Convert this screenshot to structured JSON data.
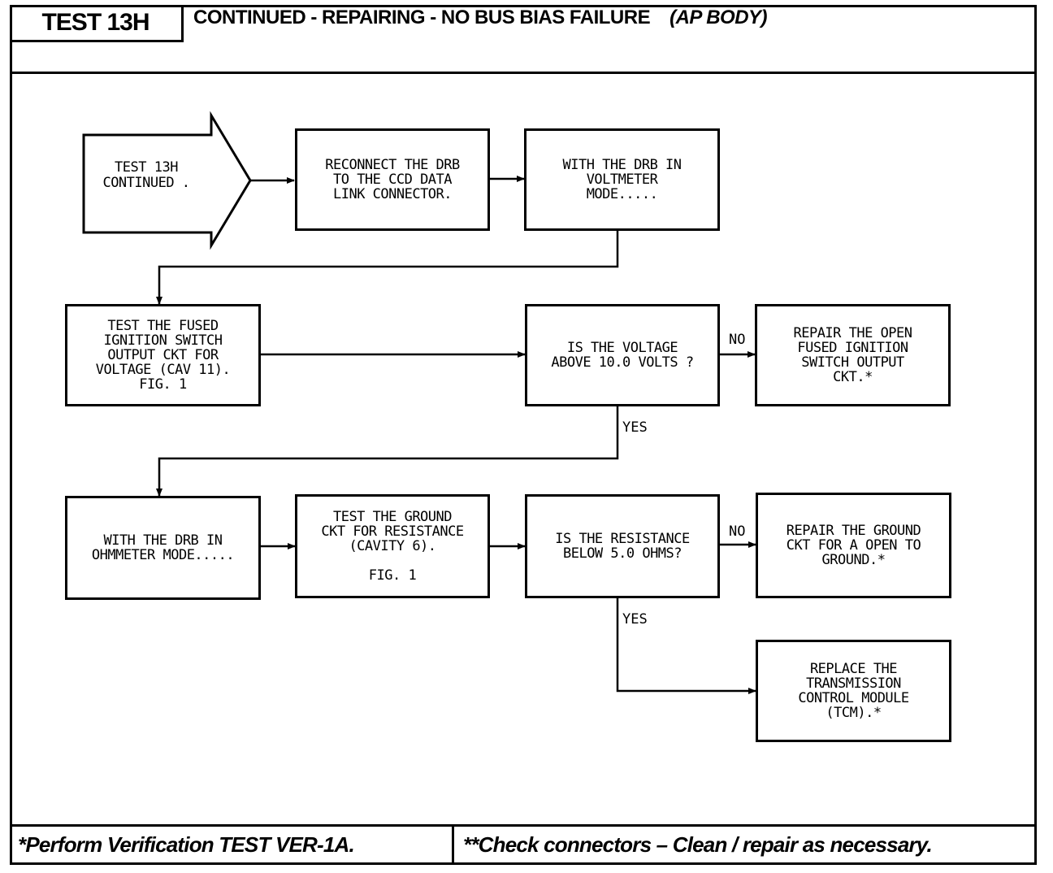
{
  "header": {
    "test_id": "TEST 13H",
    "title": "CONTINUED - REPAIRING - NO BUS BIAS FAILURE",
    "subtitle": "(AP BODY)"
  },
  "flow": {
    "start": "TEST 13H\nCONTINUED .",
    "reconnect": "RECONNECT THE DRB\nTO THE CCD DATA\nLINK CONNECTOR.",
    "voltmeter": "WITH THE DRB IN\nVOLTMETER\nMODE.....",
    "test_fused": "TEST THE FUSED\nIGNITION SWITCH\nOUTPUT CKT FOR\nVOLTAGE (CAV 11).\nFIG. 1",
    "q_voltage": "IS THE VOLTAGE\nABOVE 10.0 VOLTS ?",
    "repair_open": "REPAIR THE OPEN\nFUSED IGNITION\nSWITCH OUTPUT\nCKT.*",
    "ohmmeter": "WITH THE DRB IN\nOHMMETER MODE.....",
    "test_ground": "TEST THE GROUND\nCKT FOR RESISTANCE\n(CAVITY 6).\n\nFIG. 1",
    "q_resistance": "IS THE RESISTANCE\nBELOW 5.0 OHMS?",
    "repair_ground": "REPAIR THE GROUND\nCKT FOR A OPEN TO\nGROUND.*",
    "replace_tcm": "REPLACE THE\nTRANSMISSION\nCONTROL MODULE\n(TCM).*",
    "no_label_1": "NO",
    "yes_label_1": "YES",
    "no_label_2": "NO",
    "yes_label_2": "YES"
  },
  "footer": {
    "left": "*Perform Verification TEST VER-1A.",
    "right": "**Check connectors – Clean / repair as necessary."
  }
}
